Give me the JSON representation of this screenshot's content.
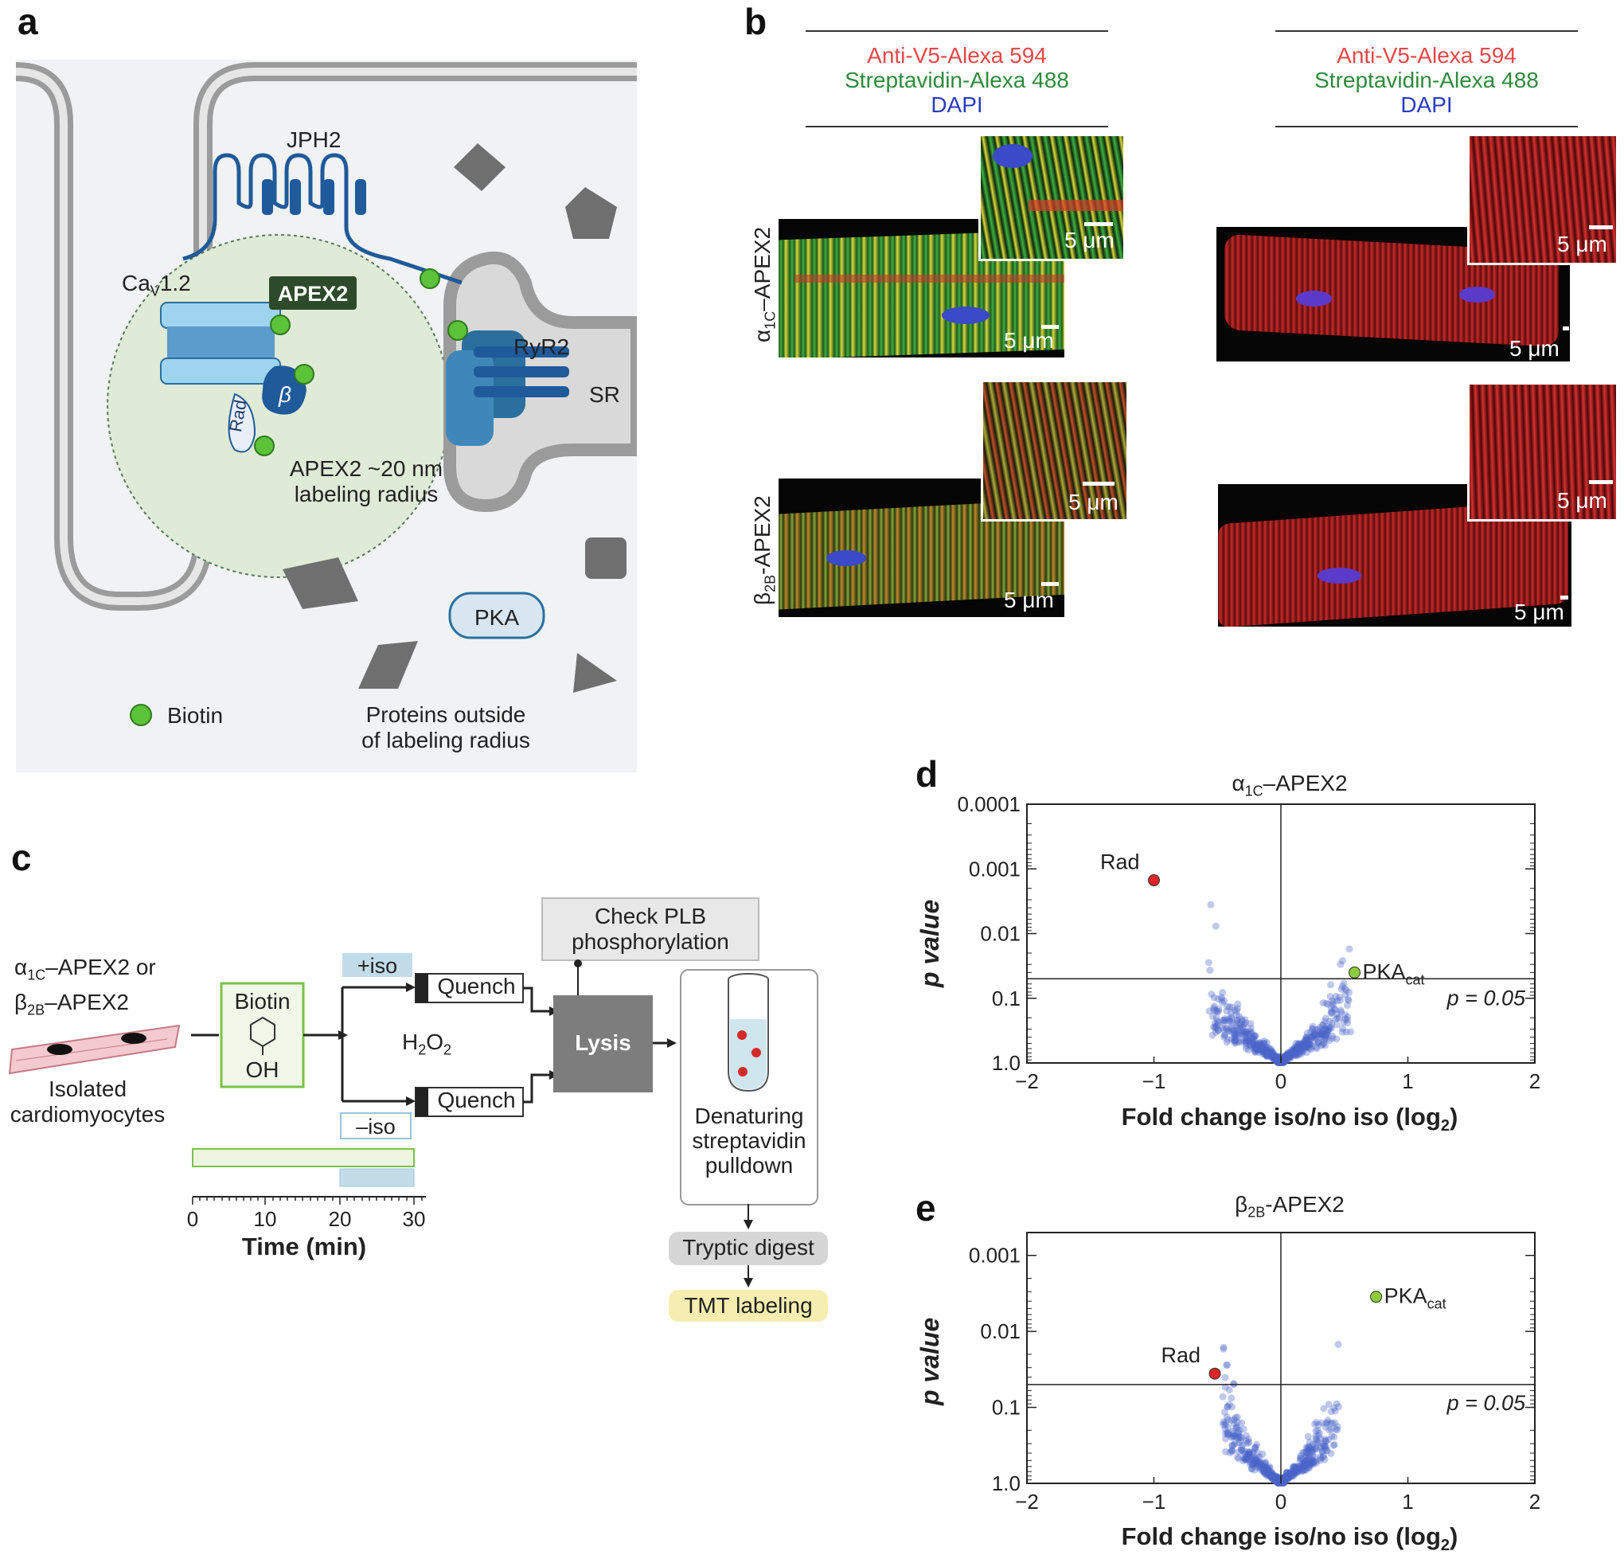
{
  "panels": {
    "a": "a",
    "b": "b",
    "c": "c",
    "d": "d",
    "e": "e"
  },
  "panel_a": {
    "jph2": "JPH2",
    "cav_main": "Ca",
    "cav_sub": "V",
    "cav_tail": "1.2",
    "apex2": "APEX2",
    "beta": "β",
    "rad": "Rad",
    "ryr2": "RyR2",
    "sr": "SR",
    "radius_line1": "APEX2 ~20 nm",
    "radius_line2": "labeling radius",
    "pka": "PKA",
    "biotin": "Biotin",
    "outside_line1": "Proteins outside",
    "outside_line2": "of labeling radius",
    "colors": {
      "biotin": "#5cc23a",
      "apex_box": "#2d4a2a",
      "channel": "#7fc3e6",
      "beta": "#1f5a9a",
      "ryr": "#2a6f9e",
      "grey_shape": "#6f6f6f"
    }
  },
  "panel_b": {
    "legend": [
      {
        "line1": "Anti-V5-Alexa 594",
        "line2": "Streptavidin-Alexa 488",
        "line3": "DAPI"
      },
      {
        "line1": "Anti-V5-Alexa 594",
        "line2": "Streptavidin-Alexa 488",
        "line3": "DAPI"
      }
    ],
    "row_labels": [
      {
        "main": "α",
        "sub": "1C",
        "tail": "–APEX2"
      },
      {
        "main": "β",
        "sub": "2B",
        "tail": "-APEX2"
      }
    ],
    "scale": "5 μm",
    "colors": {
      "red": "#e8474a",
      "green": "#2e8b3c",
      "blue": "#2a3bbf"
    }
  },
  "panel_c": {
    "sample_line1_main": "α",
    "sample_line1_sub": "1C",
    "sample_line1_tail": "–APEX2 or",
    "sample_line2_main": "β",
    "sample_line2_sub": "2B",
    "sample_line2_tail": "–APEX2",
    "cells_line1": "Isolated",
    "cells_line2": "cardiomyocytes",
    "biotin": "Biotin",
    "oh": "OH",
    "plus_iso": "+iso",
    "minus_iso": "–iso",
    "h2o2_main": "H",
    "h2o2_sub": "2",
    "h2o2_mid": "O",
    "h2o2_sub2": "2",
    "quench": "Quench",
    "check_line1": "Check PLB",
    "check_line2": "phosphorylation",
    "lysis": "Lysis",
    "pulldown_line1": "Denaturing",
    "pulldown_line2": "streptavidin",
    "pulldown_line3": "pulldown",
    "tryptic": "Tryptic digest",
    "tmt": "TMT labeling",
    "time_ticks": [
      "0",
      "10",
      "20",
      "30"
    ],
    "time_label": "Time (min)"
  },
  "panel_d": {
    "title_main": "α",
    "title_sub": "1C",
    "title_tail": "–APEX2",
    "ylabel": "p value",
    "xlabel_main": "Fold change iso/no iso (log",
    "xlabel_sub": "2",
    "xlabel_tail": ")",
    "xticks": [
      "−2",
      "−1",
      "0",
      "1",
      "2"
    ],
    "yticks": [
      "0.0001",
      "0.001",
      "0.01",
      "0.1",
      "1.0"
    ],
    "threshold_label": "p = 0.05",
    "rad_label": "Rad",
    "pka_main": "PKA",
    "pka_sub": "cat"
  },
  "panel_e": {
    "title_main": "β",
    "title_sub": "2B",
    "title_tail": "-APEX2",
    "ylabel": "p value",
    "xlabel_main": "Fold change iso/no iso (log",
    "xlabel_sub": "2",
    "xlabel_tail": ")",
    "xticks": [
      "−2",
      "−1",
      "0",
      "1",
      "2"
    ],
    "yticks": [
      "0.001",
      "0.01",
      "0.1",
      "1.0"
    ],
    "threshold_label": "p = 0.05",
    "rad_label": "Rad",
    "pka_main": "PKA",
    "pka_sub": "cat"
  },
  "chart_data": [
    {
      "type": "scatter",
      "panel": "d",
      "x_range": [
        -2,
        2
      ],
      "y_scale": "log (p value, inverted)",
      "y_range": [
        1.0,
        0.0001
      ],
      "threshold_p": 0.05,
      "highlighted": [
        {
          "label": "Rad",
          "x": -1.0,
          "p": 0.0015,
          "color": "#e0262a"
        },
        {
          "label": "PKAcat",
          "x": 0.58,
          "p": 0.04,
          "color": "#8ccc3c"
        }
      ],
      "background_points_color": "#4a64c8"
    },
    {
      "type": "scatter",
      "panel": "e",
      "x_range": [
        -2,
        2
      ],
      "y_scale": "log (p value, inverted)",
      "y_range": [
        1.0,
        0.0005
      ],
      "threshold_p": 0.05,
      "highlighted": [
        {
          "label": "Rad",
          "x": -0.52,
          "p": 0.036,
          "color": "#e0262a"
        },
        {
          "label": "PKAcat",
          "x": 0.75,
          "p": 0.0035,
          "color": "#8ccc3c"
        }
      ],
      "background_points_color": "#4a64c8"
    }
  ]
}
